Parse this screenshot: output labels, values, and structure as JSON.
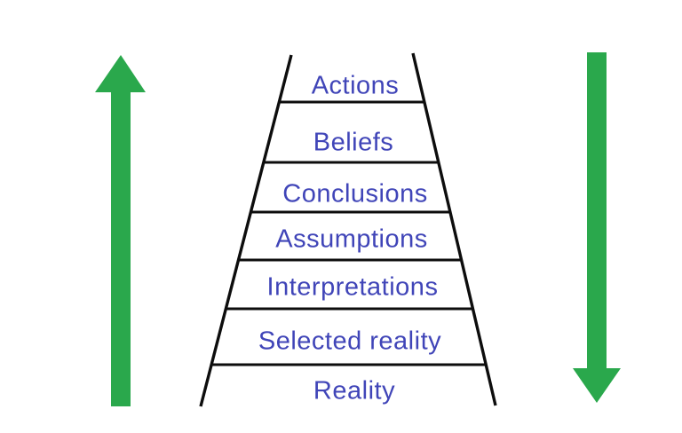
{
  "colors": {
    "arrow_green": "#2aa84c",
    "line_black": "#0d0d0d",
    "label_blue": "#4045b8",
    "background": "#ffffff"
  },
  "ladder": {
    "rungs": [
      {
        "label": "Actions"
      },
      {
        "label": "Beliefs"
      },
      {
        "label": "Conclusions"
      },
      {
        "label": "Assumptions"
      },
      {
        "label": "Interpretations"
      },
      {
        "label": "Selected reality"
      },
      {
        "label": "Reality"
      }
    ]
  },
  "arrows": {
    "left_icon": "up-arrow",
    "right_icon": "down-arrow"
  }
}
